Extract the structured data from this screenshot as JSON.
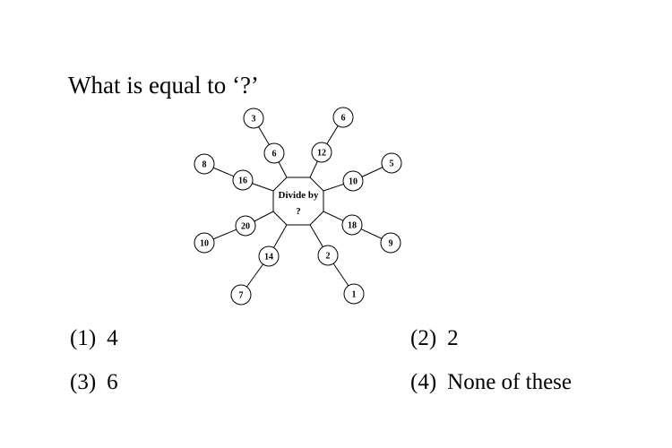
{
  "question": "What is equal to ‘?’",
  "diagram": {
    "center_line1": "Divide by",
    "center_line2": "?",
    "spokes": [
      {
        "inner": "6",
        "outer": "3"
      },
      {
        "inner": "12",
        "outer": "6"
      },
      {
        "inner": "10",
        "outer": "5"
      },
      {
        "inner": "18",
        "outer": "9"
      },
      {
        "inner": "2",
        "outer": "1"
      },
      {
        "inner": "14",
        "outer": "7"
      },
      {
        "inner": "20",
        "outer": "10"
      },
      {
        "inner": "16",
        "outer": "8"
      }
    ]
  },
  "options": [
    {
      "num": "(1)",
      "text": "4"
    },
    {
      "num": "(2)",
      "text": "2"
    },
    {
      "num": "(3)",
      "text": "6"
    },
    {
      "num": "(4)",
      "text": "None of these"
    }
  ]
}
